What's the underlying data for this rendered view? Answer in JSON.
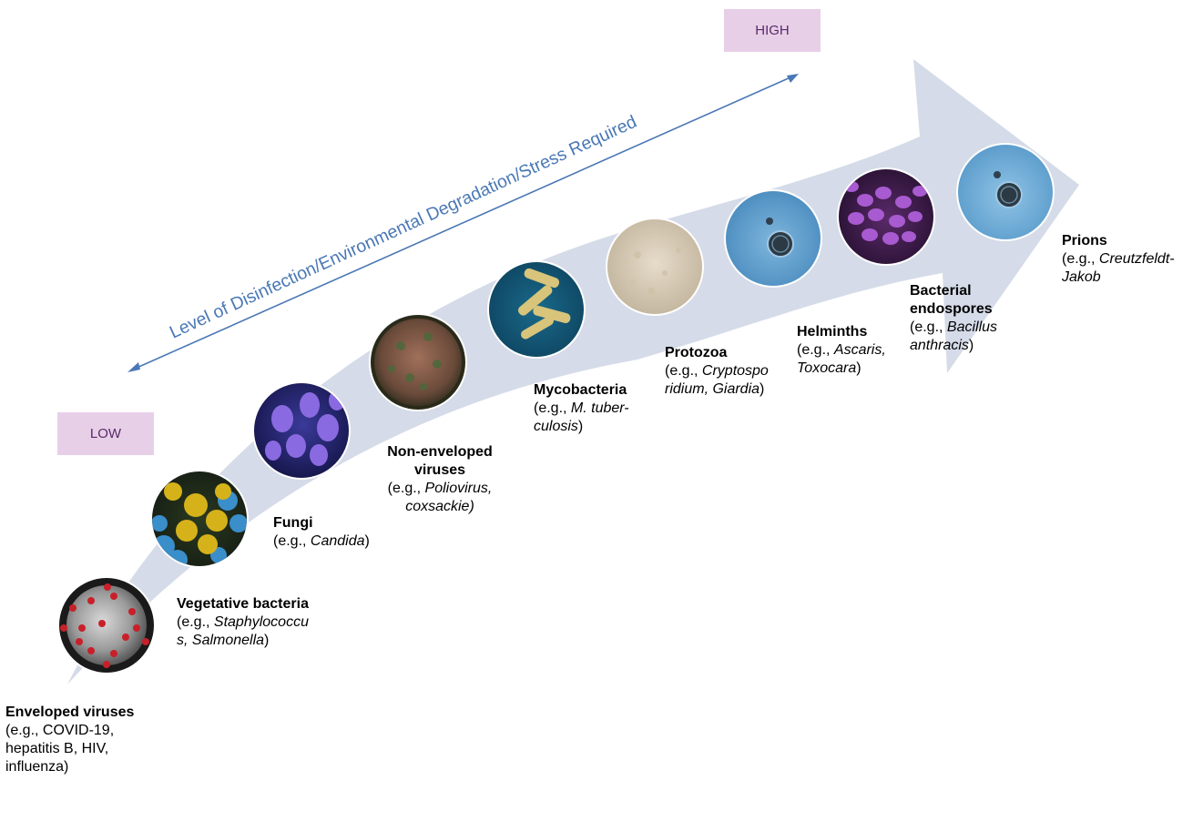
{
  "axis": {
    "title": "Level of Disinfection/Environmental Degradation/Stress Required",
    "high_label": "HIGH",
    "low_label": "LOW"
  },
  "colors": {
    "band": "#d5dbe8",
    "axis_arrow": "#4a78b5",
    "badge_bg": "#e8cfe8",
    "badge_text": "#5a2a6a",
    "circle_border": "#ffffff"
  },
  "organisms": [
    {
      "id": "enveloped-viruses",
      "name": "Enveloped viruses",
      "eg_prefix": "(e.g., COVID-19,",
      "eg_lines": [
        "(e.g., COVID-19,",
        "hepatitis B, HIV,",
        "influenza)"
      ],
      "image": "coronavirus-image"
    },
    {
      "id": "vegetative-bacteria",
      "name": "Vegetative bacteria",
      "eg_prefix": "(e.g., ",
      "eg_italic_1": "Staphylococcu",
      "eg_italic_2": "s, Salmonella",
      "eg_suffix": ")",
      "image": "staphylococcus-image"
    },
    {
      "id": "fungi",
      "name": "Fungi",
      "eg_prefix": "(e.g., ",
      "eg_italic": "Candida",
      "eg_suffix": ")",
      "image": "candida-image"
    },
    {
      "id": "non-enveloped-viruses",
      "name_1": "Non-enveloped",
      "name_2": "viruses",
      "eg_prefix": "(e.g., ",
      "eg_italic_1": "Poliovirus,",
      "eg_italic_2": "coxsackie)",
      "image": "poliovirus-image"
    },
    {
      "id": "mycobacteria",
      "name": "Mycobacteria",
      "eg_prefix": "(e.g., ",
      "eg_italic_1": "M. tuber-",
      "eg_italic_2": "culosis",
      "eg_suffix": ")",
      "image": "mycobacteria-image"
    },
    {
      "id": "protozoa",
      "name": "Protozoa",
      "eg_prefix": "(e.g., ",
      "eg_italic_1": "Cryptospo",
      "eg_italic_2": "ridium, Giardia",
      "eg_suffix": ")",
      "image": "protozoa-image"
    },
    {
      "id": "helminths",
      "name": "Helminths",
      "eg_prefix": "(e.g., ",
      "eg_italic_1": "Ascaris,",
      "eg_italic_2": "Toxocara",
      "eg_suffix": ")",
      "image": "helminth-egg-image"
    },
    {
      "id": "bacterial-endospores",
      "name_1": "Bacterial",
      "name_2": "endospores",
      "eg_prefix": "(e.g., ",
      "eg_italic_1": "Bacillus",
      "eg_italic_2": "anthracis",
      "eg_suffix": ")",
      "image": "endospores-image"
    },
    {
      "id": "prions",
      "name": "Prions",
      "eg_prefix": "(e.g., ",
      "eg_italic_1": "Creutzfeldt-",
      "eg_italic_2": "Jakob",
      "image": "prion-image"
    }
  ]
}
